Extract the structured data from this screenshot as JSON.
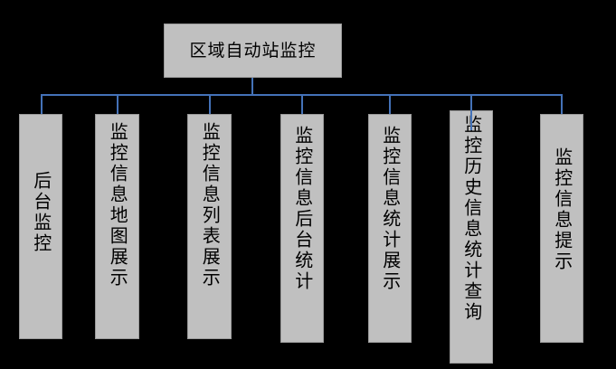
{
  "diagram": {
    "title": "区域自动站监控",
    "type": "organization-chart",
    "background_color": "#000000",
    "node_fill_color": "#c0c0c0",
    "node_border_color": "#9a9a9a",
    "connector_color": "#4472b8",
    "text_color": "#000000",
    "root": {
      "label": "区域自动站监控",
      "orientation": "horizontal"
    },
    "children": [
      {
        "label": "后台监控",
        "orientation": "vertical"
      },
      {
        "label": "监控信息地图展示",
        "orientation": "vertical"
      },
      {
        "label": "监控信息列表展示",
        "orientation": "vertical"
      },
      {
        "label": "监控信息后台统计",
        "orientation": "vertical"
      },
      {
        "label": "监控信息统计展示",
        "orientation": "vertical"
      },
      {
        "label": "监控历史信息统计查询",
        "orientation": "vertical"
      },
      {
        "label": "监控信息提示",
        "orientation": "vertical"
      }
    ]
  }
}
